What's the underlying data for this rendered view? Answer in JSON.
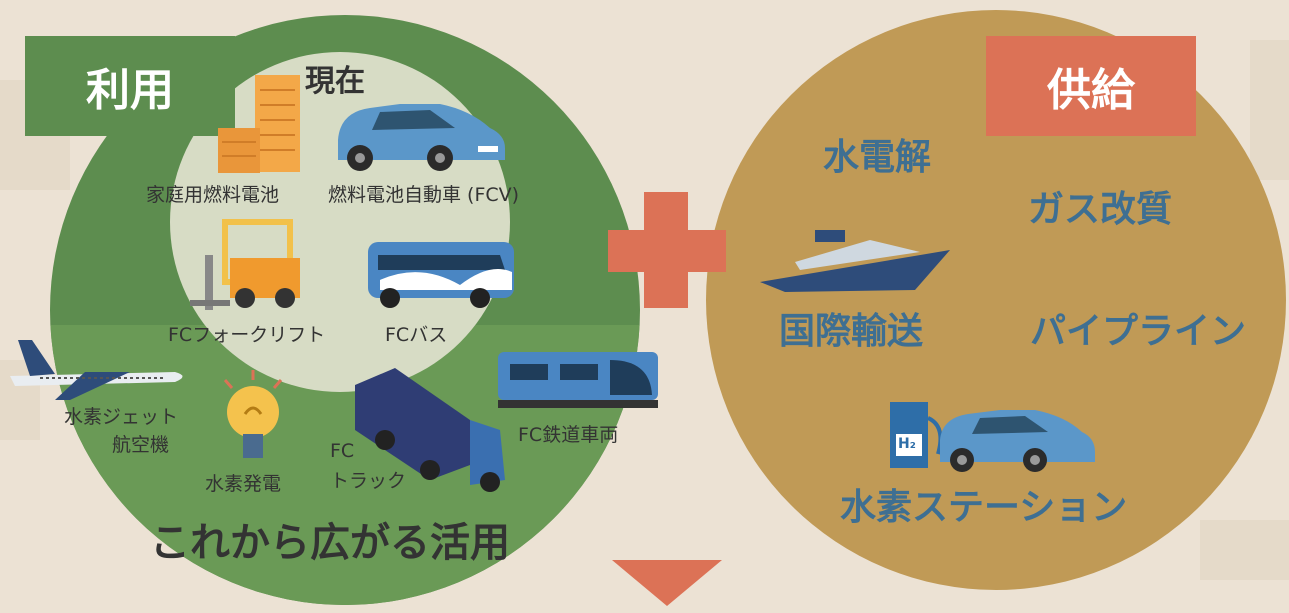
{
  "usage": {
    "title": "利用",
    "current_label": "現在",
    "items": {
      "home_fuel_cell": "家庭用燃料電池",
      "fcv": "燃料電池自動車 (FCV)",
      "forklift": "FCフォークリフト",
      "bus": "FCバス",
      "jet_line1": "水素ジェット",
      "jet_line2": "航空機",
      "power": "水素発電",
      "truck_line1": "FC",
      "truck_line2": "トラック",
      "rail": "FC鉄道車両"
    },
    "future_label": "これから広がる活用"
  },
  "supply": {
    "title": "供給",
    "items": {
      "electrolysis": "水電解",
      "gas_reforming": "ガス改質",
      "intl_transport": "国際輸送",
      "pipeline": "パイプライン",
      "station": "水素ステーション"
    },
    "station_sign": "H₂"
  },
  "colors": {
    "usage_green": "#5d8d4f",
    "supply_gold": "#c09a56",
    "accent_orange": "#dc7256",
    "text_blue": "#3e6f92"
  }
}
